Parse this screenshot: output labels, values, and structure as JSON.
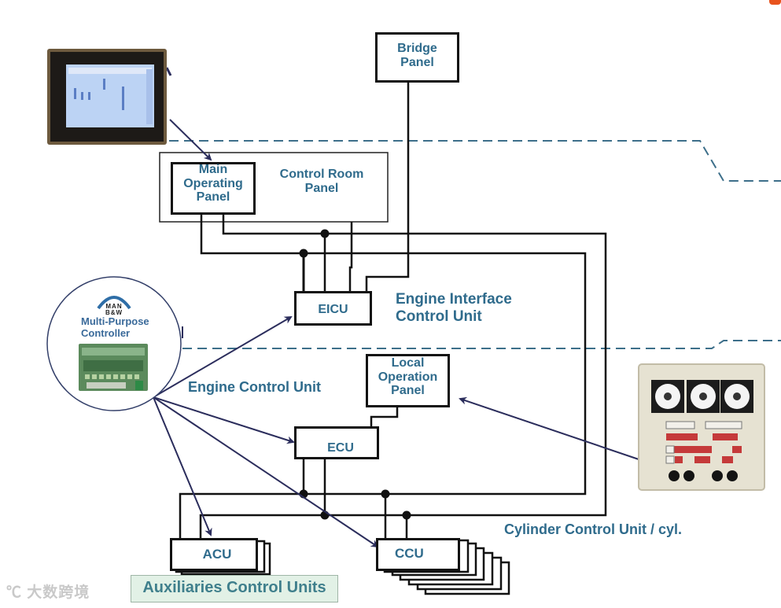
{
  "diagram": {
    "nodes": {
      "bridge_panel": {
        "line1": "Bridge",
        "line2": "Panel"
      },
      "control_room_panel": {
        "line1": "Control Room",
        "line2": "Panel"
      },
      "main_operating_panel": {
        "line1": "Main",
        "line2": "Operating",
        "line3": "Panel"
      },
      "eicu": {
        "label": "EICU",
        "description_line1": "Engine Interface",
        "description_line2": "Control Unit"
      },
      "ecu": {
        "label": "ECU",
        "description": "Engine Control Unit"
      },
      "local_operation_panel": {
        "line1": "Local",
        "line2": "Operation",
        "line3": "Panel"
      },
      "acu": {
        "label": "ACU",
        "description": "Auxiliaries Control Units"
      },
      "ccu": {
        "label": "CCU",
        "description": "Cylinder Control Unit / cyl."
      },
      "multi_purpose_controller": {
        "brand_line1": "MAN",
        "brand_line2": "B&W",
        "line1": "Multi-Purpose",
        "line2": "Controller"
      }
    },
    "photos": {
      "main_operating_panel_photo": "touchscreen-display-photo",
      "local_operation_panel_photo": "gauge-panel-photo",
      "controller_board_photo": "circuit-board-photo"
    },
    "colors": {
      "label_text": "#2f6b8c",
      "wire": "#111111",
      "arrow": "#2b2d5c",
      "dashed_boundary": "#3d6f8a",
      "aux_label_bg": "#e2f1e6"
    }
  },
  "watermark": {
    "text": "大数跨境"
  }
}
